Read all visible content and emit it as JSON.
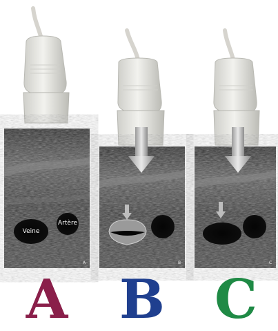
{
  "panels": [
    {
      "id": "A",
      "letter": "A",
      "corner": "A",
      "color": "#8a1f4a",
      "vein_label": "Veine",
      "artery_label": "Artère"
    },
    {
      "id": "B",
      "letter": "B",
      "corner": "B",
      "color": "#1f3f8f"
    },
    {
      "id": "C",
      "letter": "C",
      "corner": "C",
      "color": "#1f8a45"
    }
  ],
  "colors": {
    "probe_body": "#e6e6e2",
    "probe_shadow": "#bdbdb8",
    "cable": "#d8d6d0",
    "ultrasound_dark": "#1e1e1e",
    "ultrasound_light": "#6b6b6b",
    "vessel": "#0a0a0a",
    "arrow_fill": "#c8c8c8"
  },
  "icons": [
    "ultrasound-probe-icon",
    "compression-arrow-icon"
  ]
}
